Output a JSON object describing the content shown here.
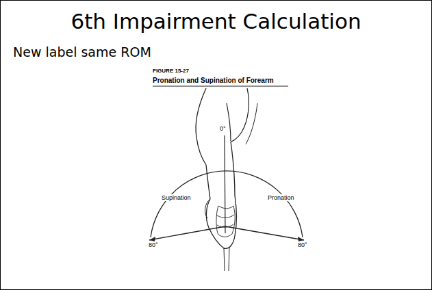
{
  "diagram": {
    "title": "6th Impairment Calculation",
    "labels": [
      "New label same ROM",
      "FIGURE 15-27",
      "Pronation and Supination of Forearm",
      "0°",
      "Supination",
      "Pronation",
      "80°",
      "80°"
    ]
  }
}
